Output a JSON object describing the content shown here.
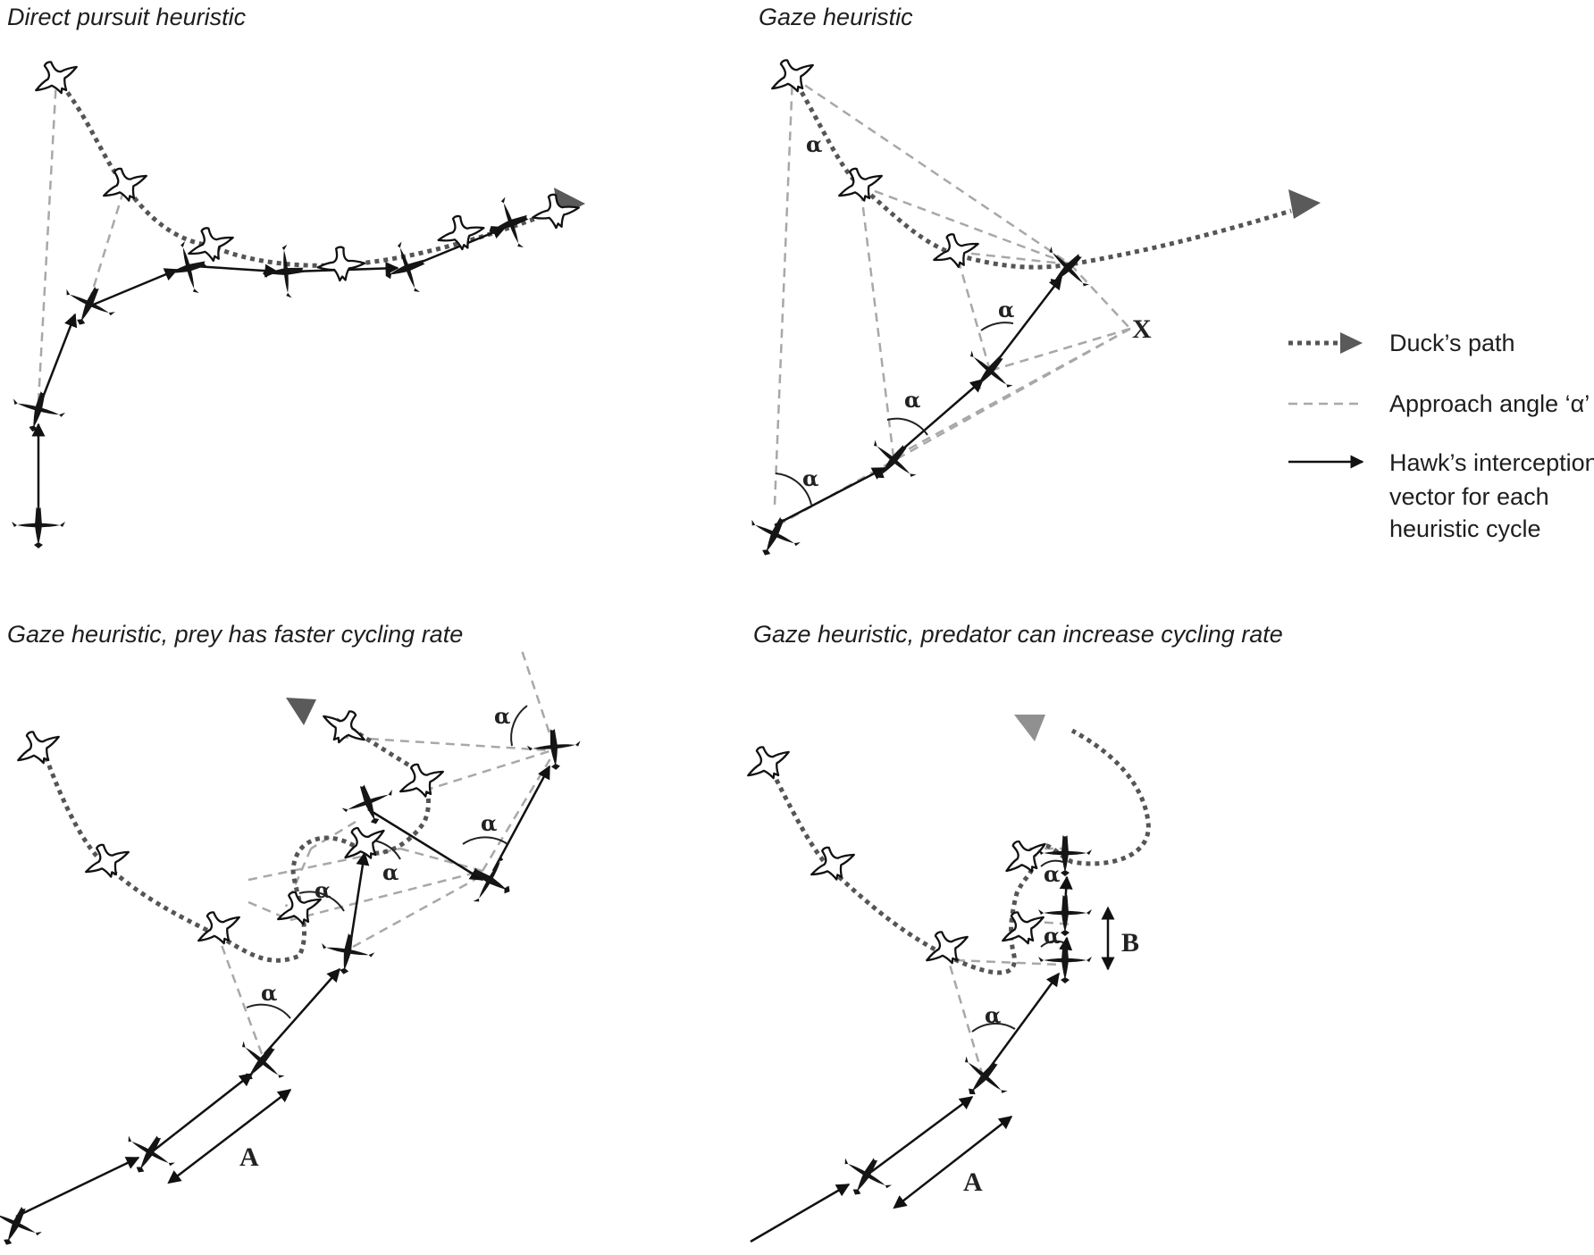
{
  "panels": {
    "top_left": {
      "title": "Direct pursuit heuristic"
    },
    "top_right": {
      "title": "Gaze heuristic"
    },
    "bottom_left": {
      "title": "Gaze heuristic, prey has faster cycling rate"
    },
    "bottom_right": {
      "title": "Gaze heuristic, predator can increase cycling rate"
    }
  },
  "legend": {
    "duck_path": "Duck’s path",
    "approach_angle": "Approach angle ‘α’",
    "hawk_vector": [
      "Hawk’s interception",
      "vector for each",
      "heuristic cycle"
    ]
  },
  "labels": {
    "alpha": "α",
    "interception_point": "X",
    "hawk_cycle": "A",
    "predator_cycle": "B"
  },
  "colors": {
    "duck_path": "#555555",
    "approach_angle": "#a8a8a8",
    "hawk_vector": "#111111",
    "arrow_head_dark": "#5a5a5a",
    "arrow_head_light": "#909090"
  },
  "icons": {
    "hawk": "hawk-silhouette-icon",
    "duck": "duck-outline-icon"
  }
}
